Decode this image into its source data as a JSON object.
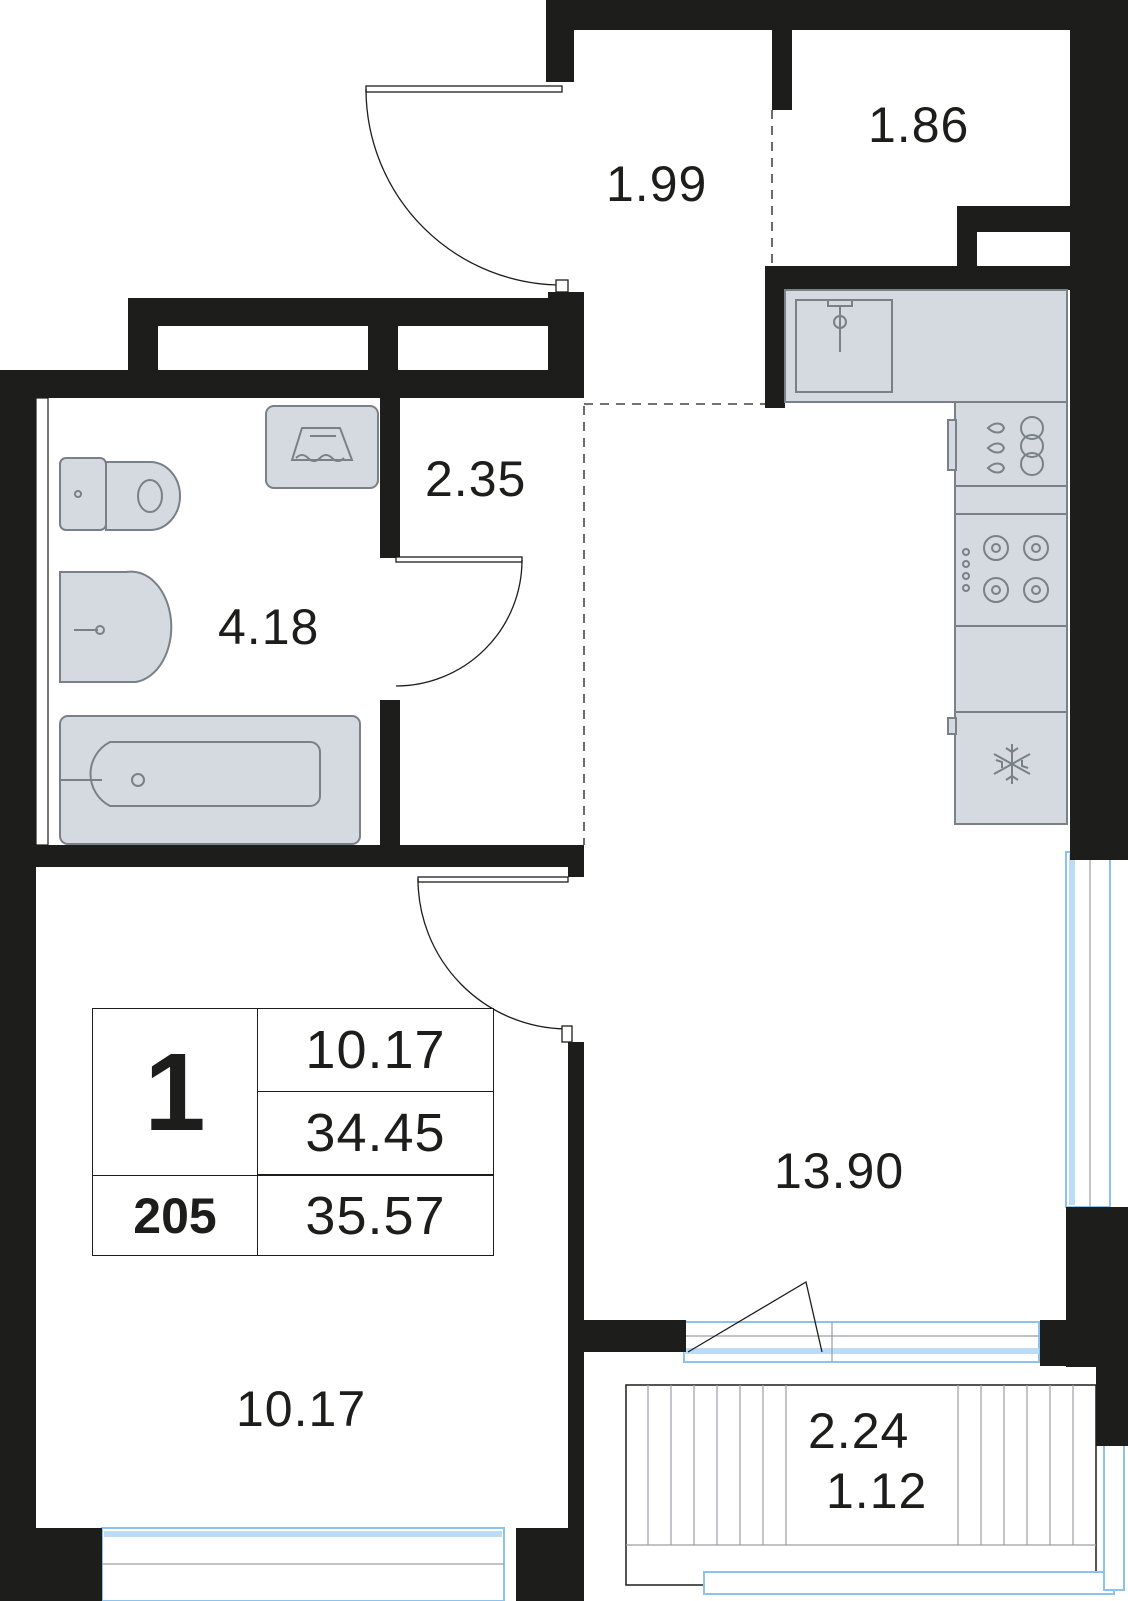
{
  "rooms": {
    "vestibule": "1.99",
    "storage": "1.86",
    "corridor": "2.35",
    "bathroom": "4.18",
    "kitchen_living": "13.90",
    "bedroom": "10.17",
    "balcony_area": "2.24",
    "balcony_reduced": "1.12"
  },
  "summary": {
    "room_count": "1",
    "apartment_number": "205",
    "living_area": "10.17",
    "total_area_no_balcony": "34.45",
    "total_area": "35.57"
  },
  "colors": {
    "wall": "#1d1d1b",
    "fixture": "#d5dae0",
    "glass": "#8cc3ee"
  }
}
